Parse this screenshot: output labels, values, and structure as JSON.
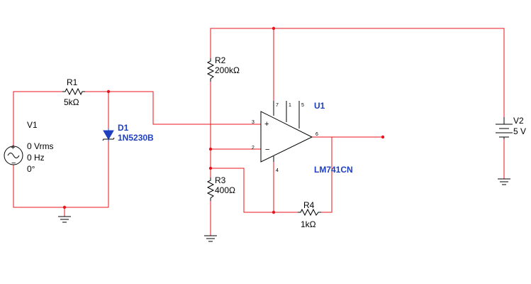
{
  "components": {
    "v1": {
      "ref": "V1",
      "amplitude": "0 Vrms",
      "frequency": "0 Hz",
      "phase": "0°"
    },
    "r1": {
      "ref": "R1",
      "value": "5kΩ"
    },
    "d1": {
      "ref": "D1",
      "value": "1N5230B"
    },
    "r2": {
      "ref": "R2",
      "value": "200kΩ"
    },
    "r3": {
      "ref": "R3",
      "value": "400Ω"
    },
    "r4": {
      "ref": "R4",
      "value": "1kΩ"
    },
    "u1": {
      "ref": "U1",
      "value": "LM741CN",
      "pin_non_inverting": "3",
      "pin_inverting": "2",
      "pin_v_plus": "7",
      "pin_offset1": "1",
      "pin_offset2": "5",
      "pin_v_minus": "4",
      "pin_output": "6"
    },
    "v2": {
      "ref": "V2",
      "value": "5 V"
    }
  },
  "colors": {
    "wire": "#e8141c",
    "component": "#000000",
    "label_blue": "#1f3fbf"
  }
}
